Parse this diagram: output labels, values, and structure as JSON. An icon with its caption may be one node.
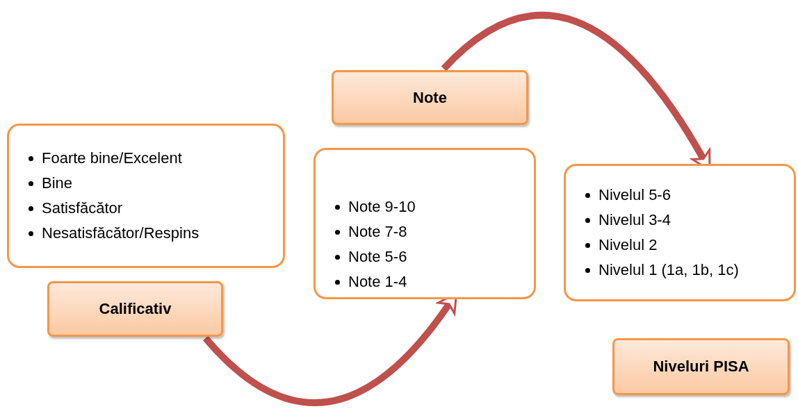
{
  "diagram": {
    "nodes": [
      {
        "text": [
          "Foarte bine/Excelent",
          "Bine",
          "Satisfăcător",
          "Nesatisfăcător/Respins"
        ]
      },
      {
        "text": [
          "Calificativ"
        ]
      },
      {
        "text": [
          "Note"
        ]
      },
      {
        "text": [
          "Note 9-10",
          "Note 7-8",
          "Note 5-6",
          "Note 1-4"
        ]
      },
      {
        "text": [
          "Nivelul 5-6",
          "Nivelul 3-4",
          "Nivelul 2",
          "Nivelul 1 (1a, 1b, 1c)"
        ]
      },
      {
        "text": [
          "Niveluri PISA"
        ]
      }
    ],
    "edges": [
      {
        "from": 1,
        "to": 3,
        "arrow": "to"
      },
      {
        "from": 2,
        "to": 4,
        "arrow": "to"
      }
    ]
  }
}
